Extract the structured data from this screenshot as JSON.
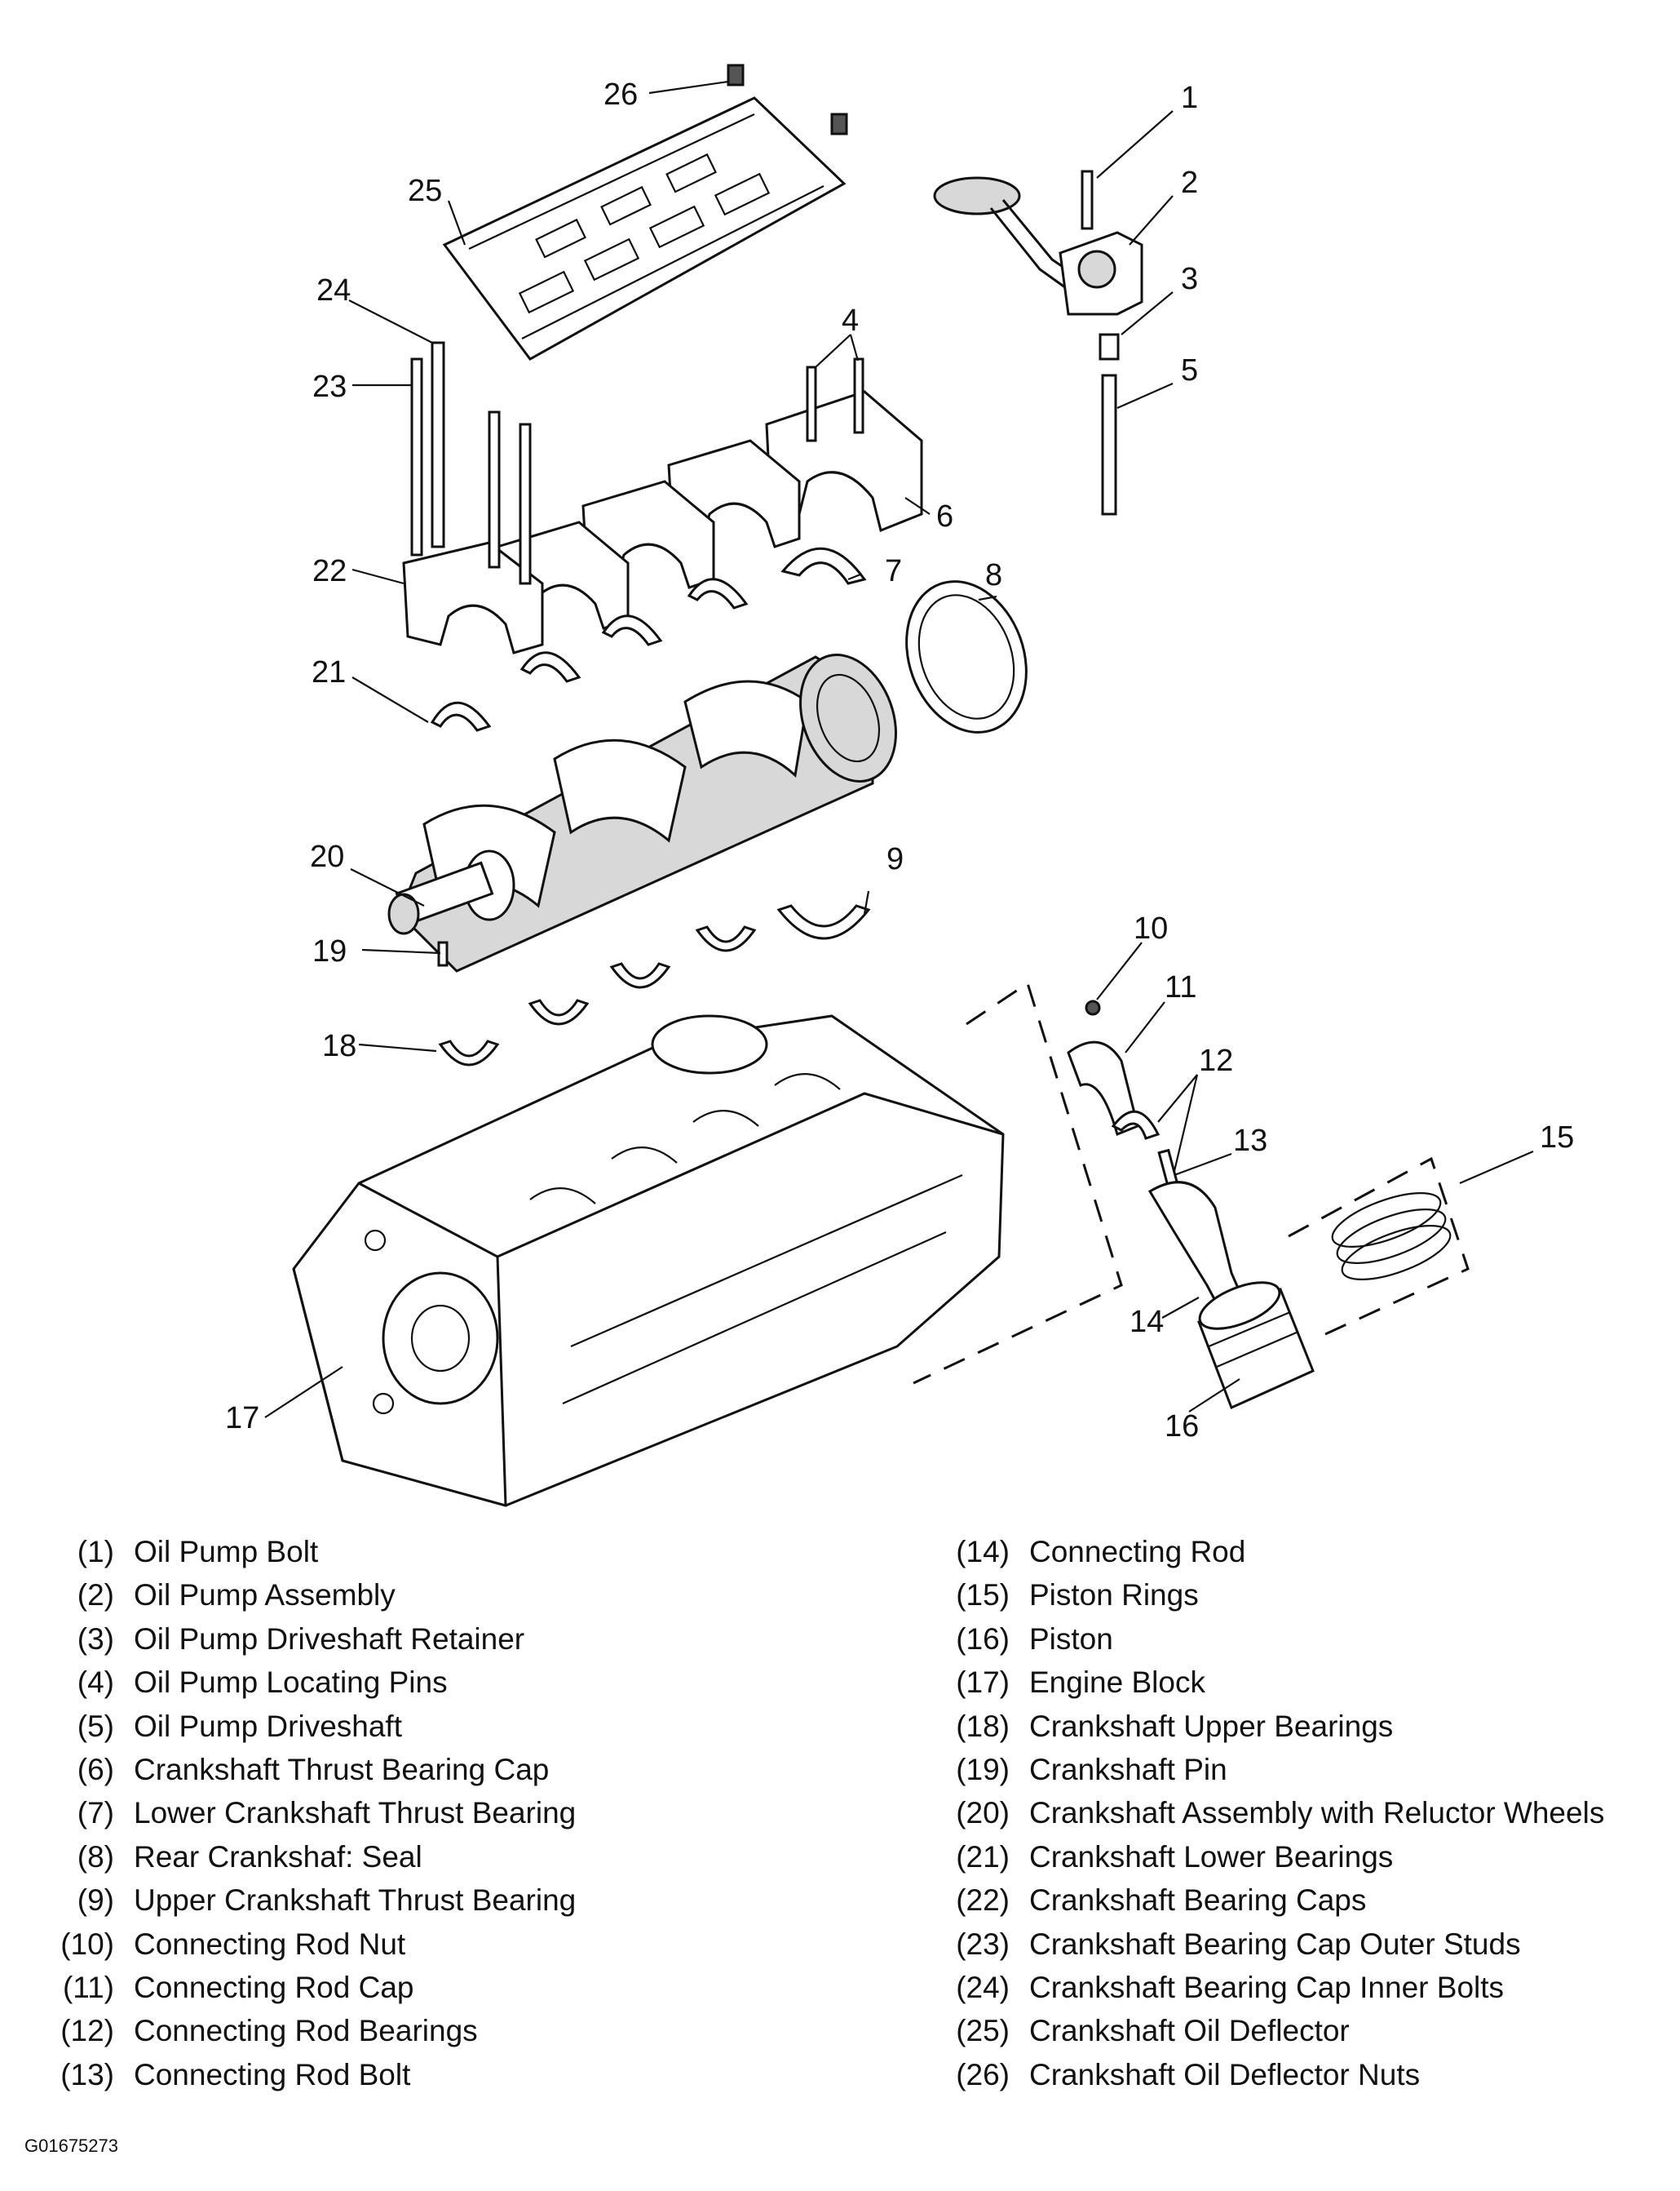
{
  "callouts": [
    "1",
    "2",
    "3",
    "4",
    "5",
    "6",
    "7",
    "8",
    "9",
    "10",
    "11",
    "12",
    "13",
    "14",
    "15",
    "16",
    "17",
    "18",
    "19",
    "20",
    "21",
    "22",
    "23",
    "24",
    "25",
    "26"
  ],
  "legend_left": [
    {
      "num": "(1)",
      "label": "Oil Pump Bolt"
    },
    {
      "num": "(2)",
      "label": "Oil Pump Assembly"
    },
    {
      "num": "(3)",
      "label": "Oil Pump Driveshaft Retainer"
    },
    {
      "num": "(4)",
      "label": "Oil Pump Locating Pins"
    },
    {
      "num": "(5)",
      "label": "Oil Pump Driveshaft"
    },
    {
      "num": "(6)",
      "label": "Crankshaft Thrust Bearing Cap"
    },
    {
      "num": "(7)",
      "label": "Lower Crankshaft Thrust Bearing"
    },
    {
      "num": "(8)",
      "label": "Rear Crankshaf: Seal"
    },
    {
      "num": "(9)",
      "label": "Upper Crankshaft Thrust Bearing"
    },
    {
      "num": "(10)",
      "label": "Connecting Rod Nut"
    },
    {
      "num": "(11)",
      "label": "Connecting Rod Cap"
    },
    {
      "num": "(12)",
      "label": "Connecting Rod Bearings"
    },
    {
      "num": "(13)",
      "label": "Connecting Rod Bolt"
    }
  ],
  "legend_right": [
    {
      "num": "(14)",
      "label": "Connecting Rod"
    },
    {
      "num": "(15)",
      "label": "Piston Rings"
    },
    {
      "num": "(16)",
      "label": "Piston"
    },
    {
      "num": "(17)",
      "label": "Engine Block"
    },
    {
      "num": "(18)",
      "label": "Crankshaft Upper Bearings"
    },
    {
      "num": "(19)",
      "label": "Crankshaft Pin"
    },
    {
      "num": "(20)",
      "label": "Crankshaft Assembly with Reluctor Wheels"
    },
    {
      "num": "(21)",
      "label": "Crankshaft Lower Bearings"
    },
    {
      "num": "(22)",
      "label": "Crankshaft Bearing Caps"
    },
    {
      "num": "(23)",
      "label": "Crankshaft Bearing Cap Outer Studs"
    },
    {
      "num": "(24)",
      "label": "Crankshaft Bearing Cap Inner Bolts"
    },
    {
      "num": "(25)",
      "label": "Crankshaft Oil Deflector"
    },
    {
      "num": "(26)",
      "label": "Crankshaft Oil Deflector Nuts"
    }
  ],
  "figure_id": "G01675273"
}
